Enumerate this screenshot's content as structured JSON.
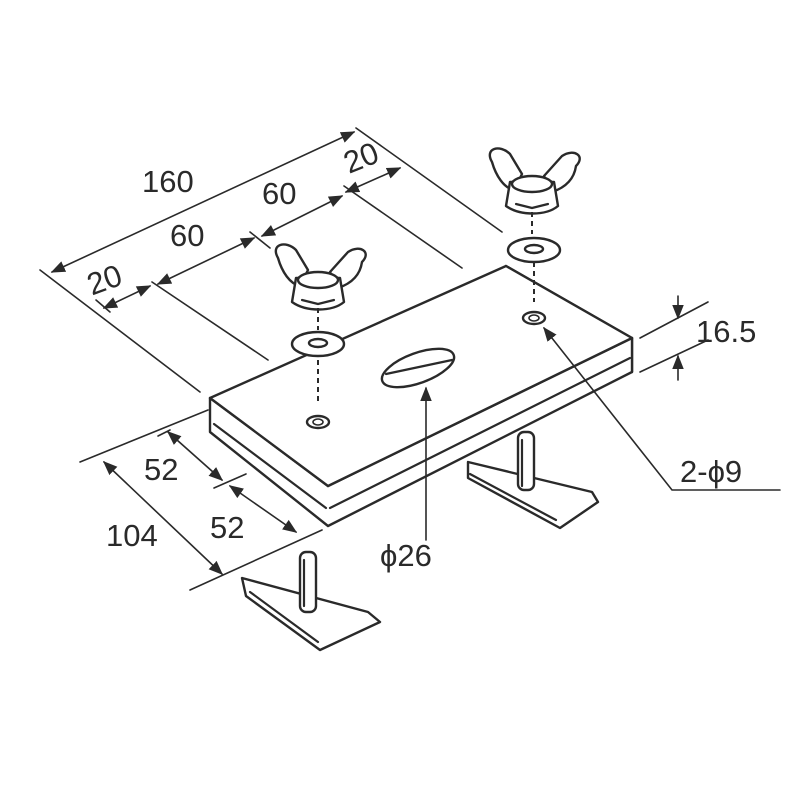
{
  "dimensions": {
    "length_total": "160",
    "left_edge_offset": "20",
    "left_spacing": "60",
    "right_spacing": "60",
    "right_edge_offset": "20",
    "depth_total": "104",
    "depth_half_front": "52",
    "depth_half_back": "52",
    "thickness": "16.5",
    "center_hole": "ϕ26",
    "side_holes": "2-ϕ9"
  },
  "colors": {
    "line": "#2a2a2a",
    "background": "#ffffff"
  },
  "parts": [
    "base-plate",
    "wing-nut",
    "washer",
    "clamp-foot"
  ]
}
